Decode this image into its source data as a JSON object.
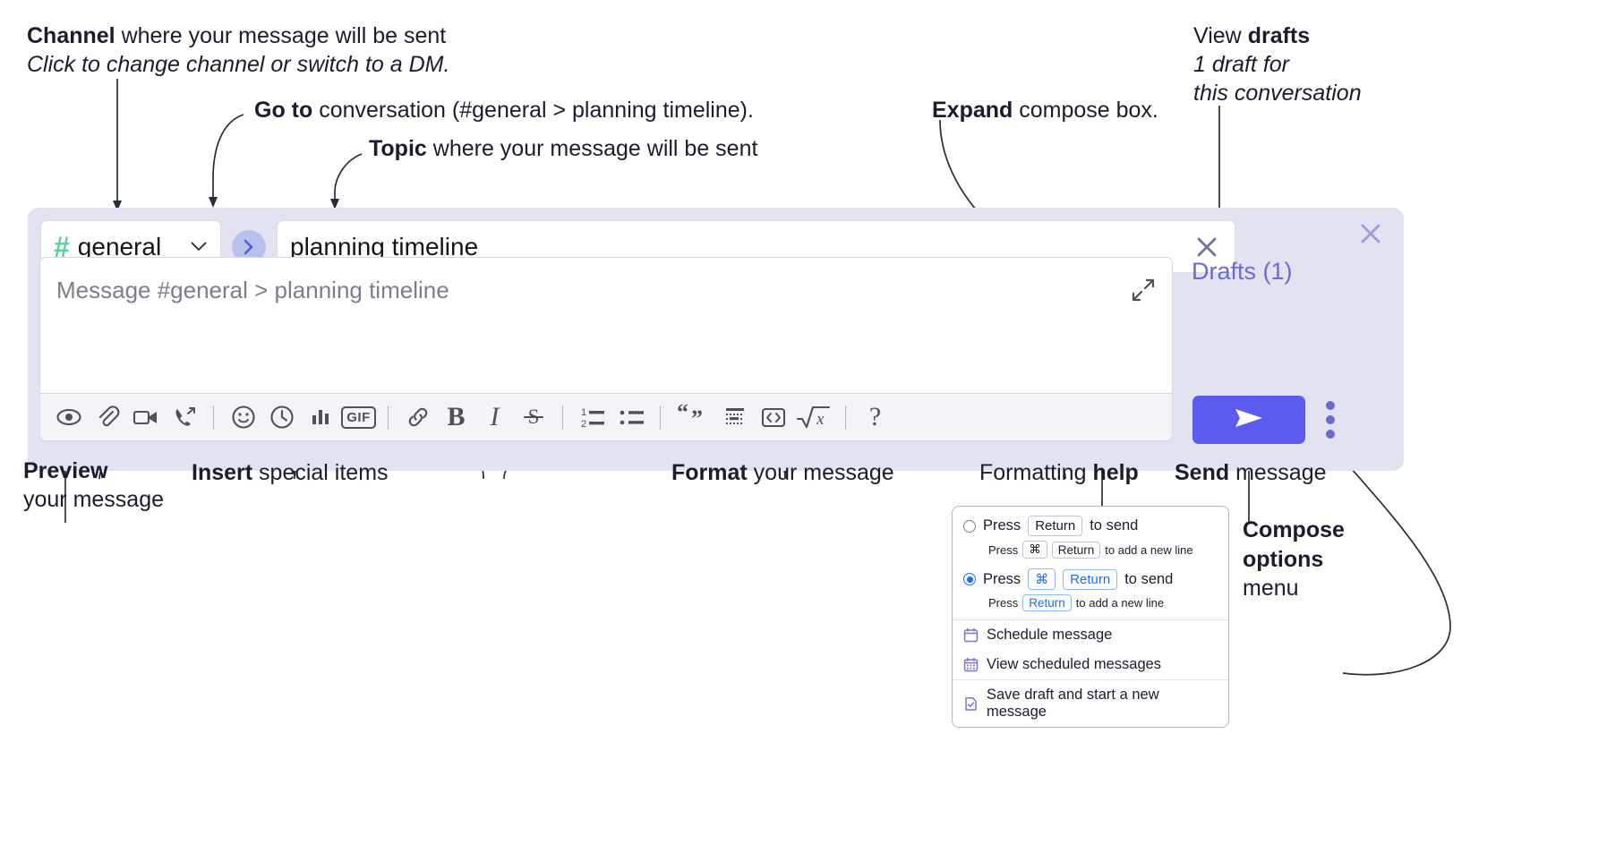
{
  "annotations": {
    "channel": {
      "bold": "Channel",
      "rest": " where your message will be sent",
      "italic": "Click to change channel or switch to a DM."
    },
    "goto": {
      "bold": "Go to",
      "rest": " conversation (#general > planning timeline)."
    },
    "topic": {
      "bold": "Topic",
      "rest": " where your message will be sent"
    },
    "expand": {
      "bold": "Expand",
      "rest": " compose box."
    },
    "drafts": {
      "bold_prefix": "View ",
      "bold": "drafts",
      "italic1": "1 draft for",
      "italic2": "this conversation"
    },
    "preview": {
      "bold": "Preview",
      "rest": "your message"
    },
    "insert": {
      "bold": "Insert",
      "rest": " special items"
    },
    "format": {
      "bold": "Format",
      "rest": " your message"
    },
    "help": {
      "pre": "Formatting ",
      "bold": "help"
    },
    "send": {
      "bold": "Send",
      "rest": " message"
    },
    "compose_menu": {
      "bold1": "Compose",
      "bold2": "options",
      "rest": "menu"
    }
  },
  "compose": {
    "channel": {
      "hash": "#",
      "name": "general",
      "chevron": "⌵"
    },
    "goto_icon": "chevron-right-icon",
    "topic": {
      "value": "planning timeline"
    },
    "message": {
      "placeholder": "Message #general > planning timeline"
    },
    "drafts_label": "Drafts (1)",
    "send_icon": "send-icon",
    "kebab_icon": "more-options-icon",
    "toolbar": [
      {
        "name": "preview-icon",
        "label": "Preview"
      },
      {
        "name": "attachment-icon",
        "label": "Attach file"
      },
      {
        "name": "video-icon",
        "label": "Video clip"
      },
      {
        "name": "audio-call-icon",
        "label": "Audio clip"
      },
      {
        "name": "separator",
        "label": ""
      },
      {
        "name": "emoji-icon",
        "label": "Emoji"
      },
      {
        "name": "clock-icon",
        "label": "Reminder"
      },
      {
        "name": "poll-icon",
        "label": "Poll"
      },
      {
        "name": "gif-icon",
        "label": "GIF"
      },
      {
        "name": "separator",
        "label": ""
      },
      {
        "name": "link-icon",
        "label": "Link"
      },
      {
        "name": "bold-icon",
        "label": "B"
      },
      {
        "name": "italic-icon",
        "label": "I"
      },
      {
        "name": "strikethrough-icon",
        "label": "S"
      },
      {
        "name": "separator",
        "label": ""
      },
      {
        "name": "ordered-list-icon",
        "label": "Ordered list"
      },
      {
        "name": "bulleted-list-icon",
        "label": "Bulleted list"
      },
      {
        "name": "separator",
        "label": ""
      },
      {
        "name": "blockquote-icon",
        "label": "Blockquote"
      },
      {
        "name": "code-icon",
        "label": "Code"
      },
      {
        "name": "code-block-icon",
        "label": "Code block"
      },
      {
        "name": "math-icon",
        "label": "Math"
      },
      {
        "name": "separator",
        "label": ""
      },
      {
        "name": "help-icon",
        "label": "?"
      }
    ]
  },
  "options_menu": {
    "send_modes": [
      {
        "selected": false,
        "main": {
          "pre": "Press",
          "key": "Return",
          "post": "to send"
        },
        "sub": {
          "pre": "Press",
          "key1": "⌘",
          "key2": "Return",
          "post": "to add a new line"
        }
      },
      {
        "selected": true,
        "main": {
          "pre": "Press",
          "key1": "⌘",
          "key2": "Return",
          "post": "to send"
        },
        "sub": {
          "pre": "Press",
          "key": "Return",
          "post": "to add a new line"
        }
      }
    ],
    "items": [
      {
        "icon": "calendar-icon",
        "label": "Schedule message"
      },
      {
        "icon": "calendar-grid-icon",
        "label": "View scheduled messages"
      },
      {
        "icon": "save-draft-icon",
        "label": "Save draft and start a new message"
      }
    ]
  },
  "colors": {
    "panel_bg": "#e2e3f1",
    "accent_send": "#5b5bf0",
    "drafts_link": "#6a6ad6",
    "hash_green": "#5ad29a",
    "radio_blue": "#1d6ef5",
    "menu_icon": "#7a72d6"
  }
}
